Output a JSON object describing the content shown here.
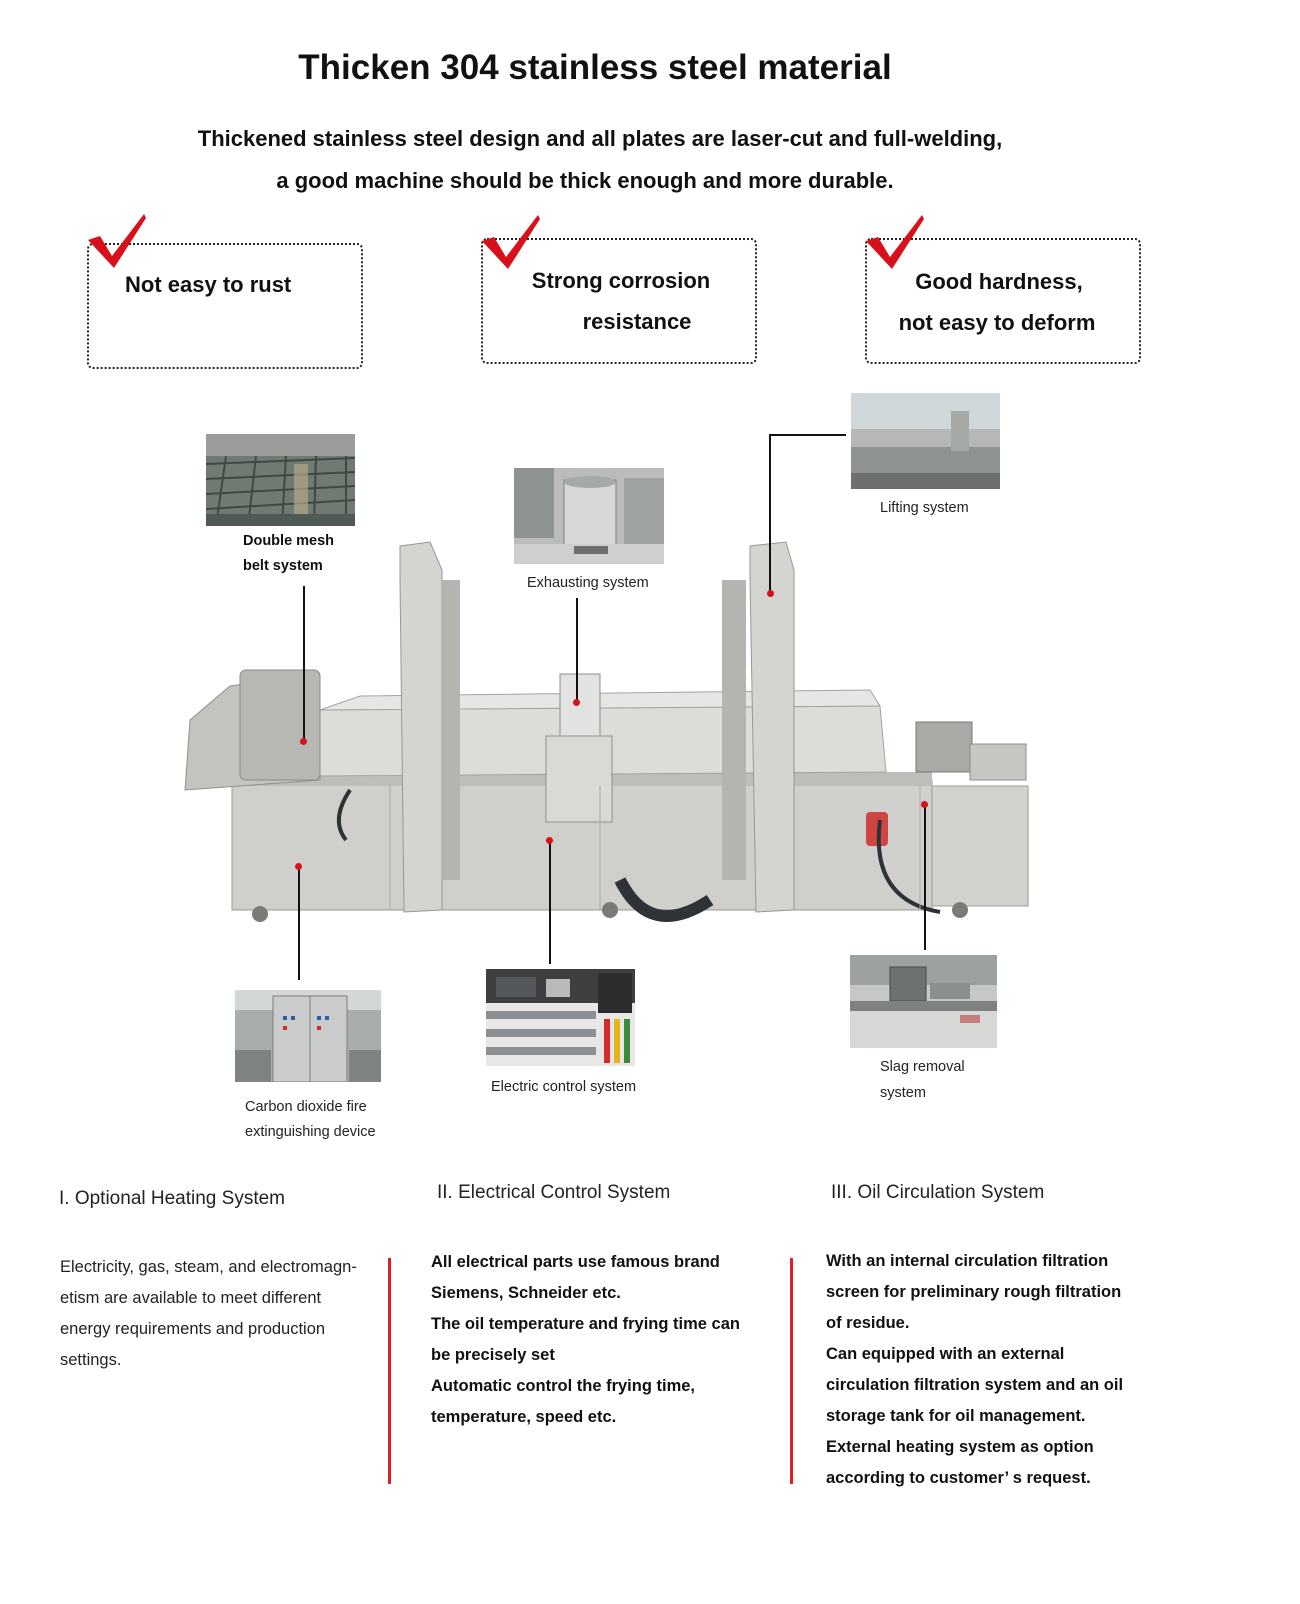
{
  "heading": {
    "title": "Thicken 304 stainless steel material",
    "line1": "Thickened stainless steel design and all plates are laser-cut and full-welding,",
    "line2": "a good machine should be thick enough and more durable."
  },
  "features": [
    {
      "line1": "Not easy to rust",
      "line2": ""
    },
    {
      "line1": "Strong corrosion",
      "line2": "resistance"
    },
    {
      "line1": "Good hardness,",
      "line2": "not easy to deform"
    }
  ],
  "components": {
    "mesh": {
      "line1": "Double mesh",
      "line2": "belt system"
    },
    "exhaust": {
      "label": "Exhausting  system"
    },
    "lifting": {
      "label": "Lifting system"
    },
    "fire": {
      "line1": "Carbon dioxide fire",
      "line2": "extinguishing device"
    },
    "electric": {
      "label": "Electric control system"
    },
    "slag": {
      "line1": "Slag removal",
      "line2": "system"
    }
  },
  "sections": [
    {
      "heading": "I. Optional Heating System",
      "lines": [
        "Electricity, gas, steam, and electromagn-",
        "etism are available to meet different",
        "energy requirements and production",
        "settings."
      ]
    },
    {
      "heading": "II. Electrical Control System",
      "lines": [
        "All electrical parts use famous brand",
        "Siemens, Schneider etc.",
        "The oil temperature and frying time can",
        "be precisely set",
        "Automatic control the frying time,",
        "temperature, speed etc."
      ]
    },
    {
      "heading": "III. Oil Circulation System",
      "lines": [
        "With an internal circulation filtration",
        "screen for preliminary rough filtration",
        "of residue.",
        "Can equipped with an external",
        "circulation filtration system and an oil",
        "storage tank for oil management.",
        "External heating system as option",
        "according to customer’ s request."
      ]
    }
  ],
  "colors": {
    "accent_red": "#d8101a",
    "divider_red": "#e02020",
    "steel": "#c9c9c6"
  },
  "icons": [
    "check-mark-icon"
  ]
}
